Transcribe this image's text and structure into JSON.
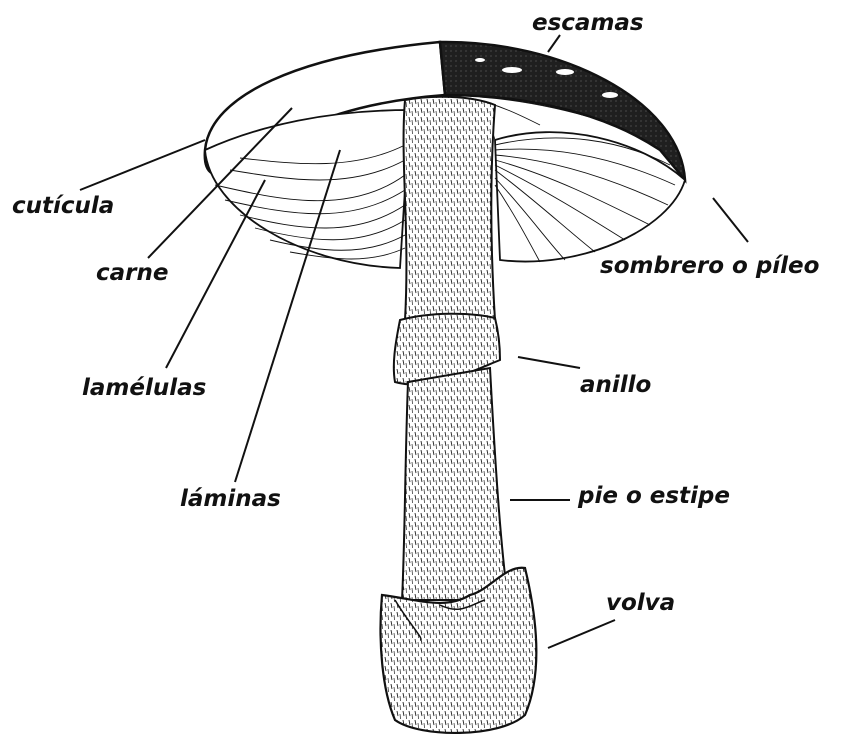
{
  "diagram": {
    "labels": {
      "escamas": "escamas",
      "cuticula": "cutícula",
      "carne": "carne",
      "lamelulas": "lamélulas",
      "laminas": "láminas",
      "sombrero": "sombrero o píleo",
      "anillo": "anillo",
      "pie": "pie o estipe",
      "volva": "volva"
    },
    "colors": {
      "ink": "#111111",
      "paper": "#ffffff",
      "shade": "#2a2a2a"
    }
  }
}
